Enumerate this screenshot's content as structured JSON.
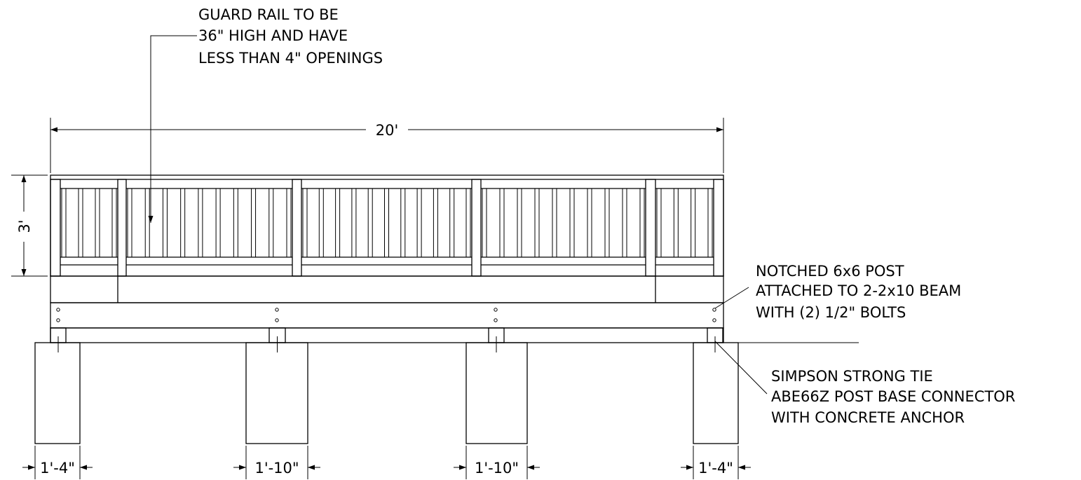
{
  "notes": {
    "guard_rail": [
      "GUARD RAIL TO BE",
      "36\" HIGH AND HAVE",
      "LESS THAN 4\" OPENINGS"
    ],
    "post": [
      "NOTCHED 6x6 POST",
      "ATTACHED TO 2-2x10 BEAM",
      "WITH (2) 1/2\" BOLTS"
    ],
    "connector": [
      "SIMPSON STRONG TIE",
      "ABE66Z POST BASE CONNECTOR",
      "WITH CONCRETE ANCHOR"
    ]
  },
  "dimensions": {
    "overall_length": "20'",
    "rail_height": "3'",
    "footings": [
      "1'-4\"",
      "1'-10\"",
      "1'-10\"",
      "1'-4\""
    ]
  }
}
